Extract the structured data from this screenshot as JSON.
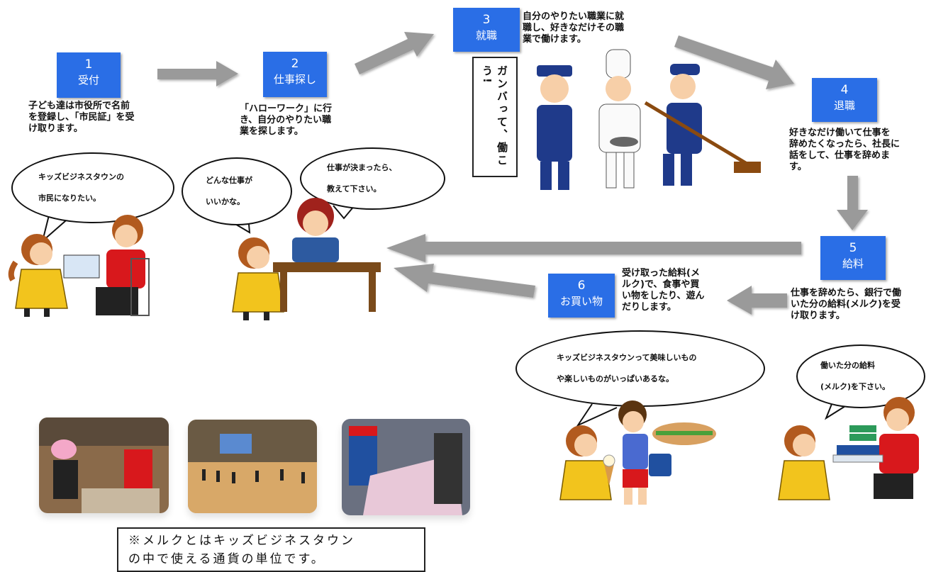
{
  "steps": [
    {
      "num": "1",
      "label": "受付"
    },
    {
      "num": "2",
      "label": "仕事探し"
    },
    {
      "num": "3",
      "label": "就職"
    },
    {
      "num": "4",
      "label": "退職"
    },
    {
      "num": "5",
      "label": "給料"
    },
    {
      "num": "6",
      "label": "お買い物"
    }
  ],
  "descriptions": {
    "reception": "子ども達は市役所で名前\nを登録し、「市民証」を受\nけ取ります。",
    "job_search": "「ハローワーク」に行\nき、自分のやりたい職\n業を探します。",
    "employment": "自分のやりたい職業に就\n職し、好きなだけその職\n業で働けます。",
    "resign": "好きなだけ働いて仕事を\n辞めたくなったら、社長に\n話をして、仕事を辞めま\nす。",
    "salary": "仕事を辞めたら、銀行で働\nいた分の給料(メルク)を受\nけ取ります。",
    "shopping": "受け取った給料(メ\nルク)で、食事や買\nい物をしたり、遊ん\nだりします。"
  },
  "bubbles": {
    "reception": [
      "キッズビジネスタウンの",
      "市民になりたい。"
    ],
    "job_search_child": [
      "どんな仕事が",
      "いいかな。"
    ],
    "job_search_staff": [
      "仕事が決まったら、",
      "教えて下さい。"
    ],
    "shopping": [
      "キッズビジネスタウンって美味しいもの",
      "や楽しいものがいっぱいあるな。"
    ],
    "salary": [
      "働いた分の給料",
      "(メルク)を下さい。"
    ]
  },
  "banner": "ガンバって、働こう!",
  "note": "※メルクとはキッズビジネスタウン\nの中で使える通貨の単位です。",
  "colors": {
    "step_box": "#2a6ee6",
    "arrow": "#9a9a9a",
    "girl_dress": "#f2c41d",
    "red_shirt": "#d8181c",
    "police_blue": "#1f3a8a"
  },
  "icons": [
    "child-girl-icon",
    "clerk-icon",
    "police-officer-icon",
    "chef-icon",
    "janitor-icon",
    "sandwich-icon",
    "ice-cream-icon",
    "money-icon"
  ]
}
